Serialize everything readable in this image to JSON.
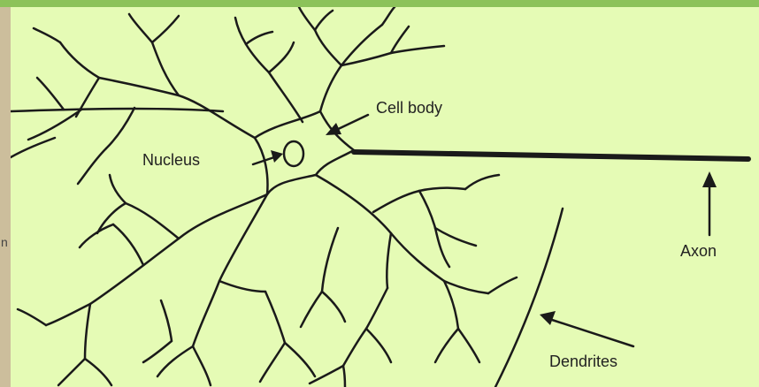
{
  "labels": {
    "cell_body": "Cell body",
    "nucleus": "Nucleus",
    "axon": "Axon",
    "dendrites": "Dendrites"
  },
  "edge_text": "n",
  "colors": {
    "frame": "#ccbe9c",
    "top_band": "#8cc25a",
    "diagram_bg": "#e5fbb5",
    "ink": "#1a1a1a"
  }
}
